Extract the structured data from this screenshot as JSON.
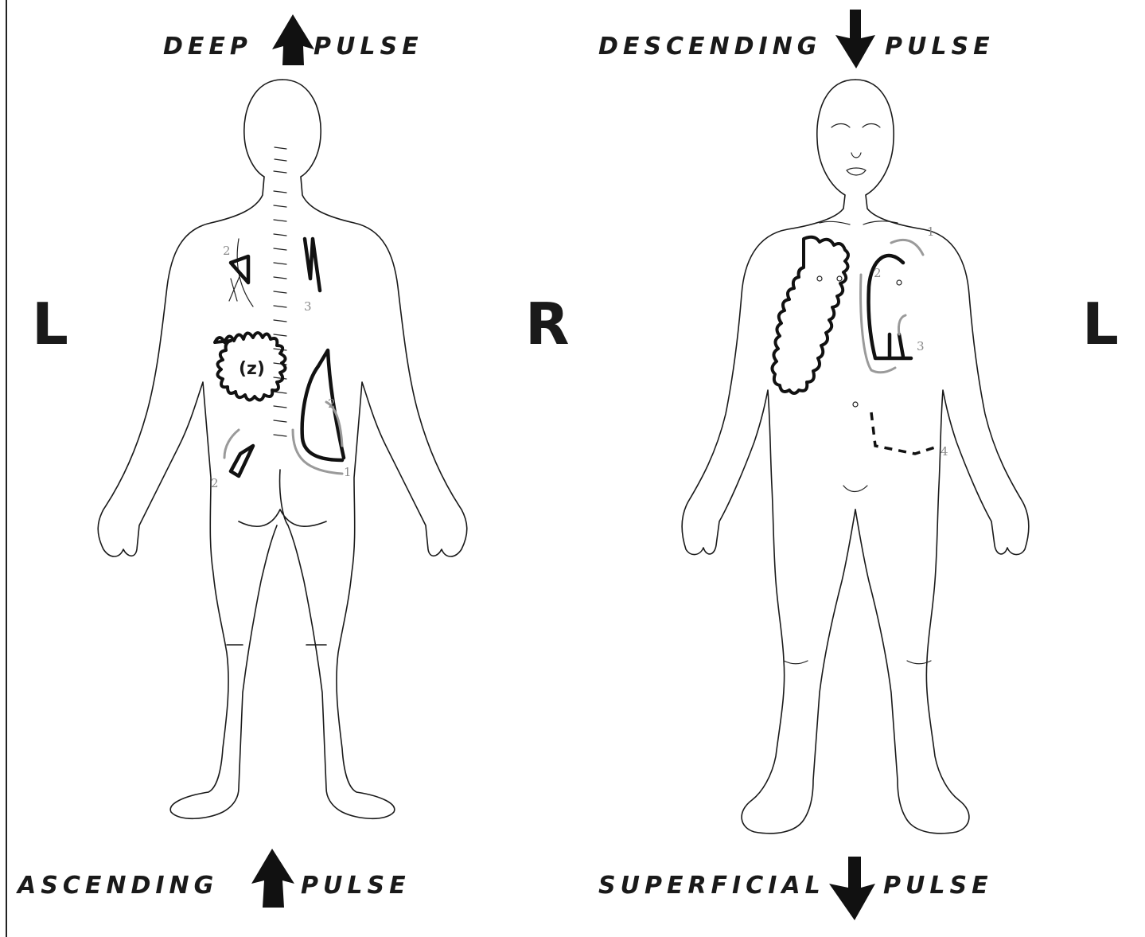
{
  "labels": {
    "top_left_a": "DEEP",
    "top_left_b": "PULSE",
    "top_right_a": "DESCENDING",
    "top_right_b": "PULSE",
    "bottom_left_a": "ASCENDING",
    "bottom_left_b": "PULSE",
    "bottom_right_a": "SUPERFICIAL",
    "bottom_right_b": "PULSE",
    "left_side_back": "L",
    "right_center": "R",
    "left_side_front": "L"
  },
  "back_numbers": [
    "2",
    "3",
    "2",
    "1",
    "2"
  ],
  "front_numbers": [
    "1",
    "2",
    "3",
    "4"
  ],
  "colors": {
    "ink": "#1a1a1a",
    "annotation_gray": "#9a9a9a"
  },
  "icons": [
    "up-arrow-icon",
    "down-arrow-icon"
  ]
}
